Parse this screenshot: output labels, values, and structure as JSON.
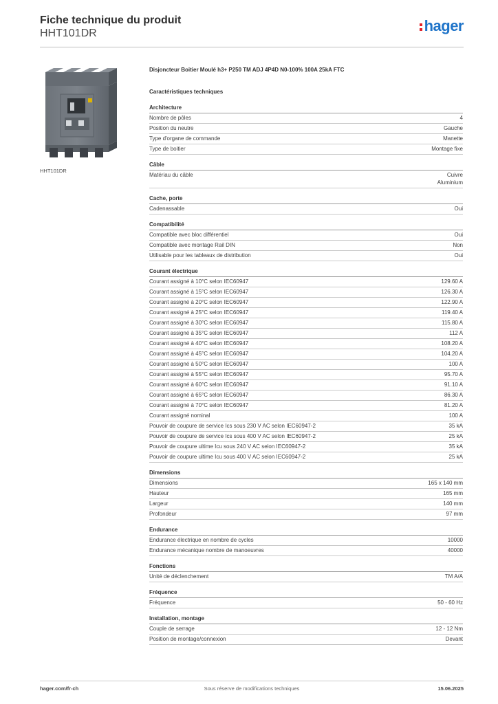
{
  "header": {
    "title": "Fiche technique du produit",
    "reference": "HHT101DR",
    "logo": "hager",
    "logo_color": "#1f74c9",
    "logo_accent": "#e3232a"
  },
  "product": {
    "image_caption": "HHT101DR",
    "description": "Disjoncteur Boitier Moulé h3+ P250 TM ADJ 4P4D N0-100% 100A 25kA FTC"
  },
  "tech_heading": "Caractéristiques techniques",
  "sections": [
    {
      "title": "Architecture",
      "rows": [
        {
          "label": "Nombre de pôles",
          "value": "4"
        },
        {
          "label": "Position du neutre",
          "value": "Gauche"
        },
        {
          "label": "Type d'organe de commande",
          "value": "Manette"
        },
        {
          "label": "Type de boitier",
          "value": "Montage fixe"
        }
      ]
    },
    {
      "title": "Câble",
      "rows": [
        {
          "label": "Matériau du câble",
          "value": "Cuivre\nAluminium"
        }
      ]
    },
    {
      "title": "Cache, porte",
      "rows": [
        {
          "label": "Cadenassable",
          "value": "Oui"
        }
      ]
    },
    {
      "title": "Compatibilité",
      "rows": [
        {
          "label": "Compatible avec bloc différentiel",
          "value": "Oui"
        },
        {
          "label": "Compatible avec montage Rail DIN",
          "value": "Non"
        },
        {
          "label": "Utilisable pour les tableaux de distribution",
          "value": "Oui"
        }
      ]
    },
    {
      "title": "Courant électrique",
      "rows": [
        {
          "label": "Courant assigné à 10°C selon IEC60947",
          "value": "129.60 A"
        },
        {
          "label": "Courant assigné à 15°C selon IEC60947",
          "value": "126.30 A"
        },
        {
          "label": "Courant assigné à 20°C selon IEC60947",
          "value": "122.90 A"
        },
        {
          "label": "Courant assigné à 25°C selon IEC60947",
          "value": "119.40 A"
        },
        {
          "label": "Courant assigné à 30°C selon IEC60947",
          "value": "115.80 A"
        },
        {
          "label": "Courant assigné à 35°C selon IEC60947",
          "value": "112 A"
        },
        {
          "label": "Courant assigné à 40°C selon IEC60947",
          "value": "108.20 A"
        },
        {
          "label": "Courant assigné à 45°C selon IEC60947",
          "value": "104.20 A"
        },
        {
          "label": "Courant assigné à 50°C selon IEC60947",
          "value": "100 A"
        },
        {
          "label": "Courant assigné à 55°C selon IEC60947",
          "value": "95.70 A"
        },
        {
          "label": "Courant assigné à 60°C selon IEC60947",
          "value": "91.10 A"
        },
        {
          "label": "Courant assigné à 65°C selon IEC60947",
          "value": "86.30 A"
        },
        {
          "label": "Courant assigné à 70°C selon IEC60947",
          "value": "81.20 A"
        },
        {
          "label": "Courant assigné nominal",
          "value": "100 A"
        },
        {
          "label": "Pouvoir de coupure de service Ics sous 230 V AC selon IEC60947-2",
          "value": "35 kA"
        },
        {
          "label": "Pouvoir de coupure de service Ics sous 400 V AC selon IEC60947-2",
          "value": "25 kA"
        },
        {
          "label": "Pouvoir de coupure ultime Icu sous 240 V AC selon IEC60947-2",
          "value": "35 kA"
        },
        {
          "label": "Pouvoir de coupure ultime Icu sous 400 V AC selon IEC60947-2",
          "value": "25 kA"
        }
      ]
    },
    {
      "title": "Dimensions",
      "rows": [
        {
          "label": "Dimensions",
          "value": "165 x 140 mm"
        },
        {
          "label": "Hauteur",
          "value": "165 mm"
        },
        {
          "label": "Largeur",
          "value": "140 mm"
        },
        {
          "label": "Profondeur",
          "value": "97 mm"
        }
      ]
    },
    {
      "title": "Endurance",
      "rows": [
        {
          "label": "Endurance électrique en nombre de cycles",
          "value": "10000"
        },
        {
          "label": "Endurance mécanique nombre de manoeuvres",
          "value": "40000"
        }
      ]
    },
    {
      "title": "Fonctions",
      "rows": [
        {
          "label": "Unité de déclenchement",
          "value": "TM A/A"
        }
      ]
    },
    {
      "title": "Fréquence",
      "rows": [
        {
          "label": "Fréquence",
          "value": "50 - 60 Hz"
        }
      ]
    },
    {
      "title": "Installation, montage",
      "rows": [
        {
          "label": "Couple de serrage",
          "value": "12 - 12 Nm"
        },
        {
          "label": "Position de montage/connexion",
          "value": "Devant"
        }
      ]
    }
  ],
  "footer": {
    "website": "hager.com/fr-ch",
    "disclaimer": "Sous réserve de modifications techniques",
    "date": "15.06.2025"
  }
}
